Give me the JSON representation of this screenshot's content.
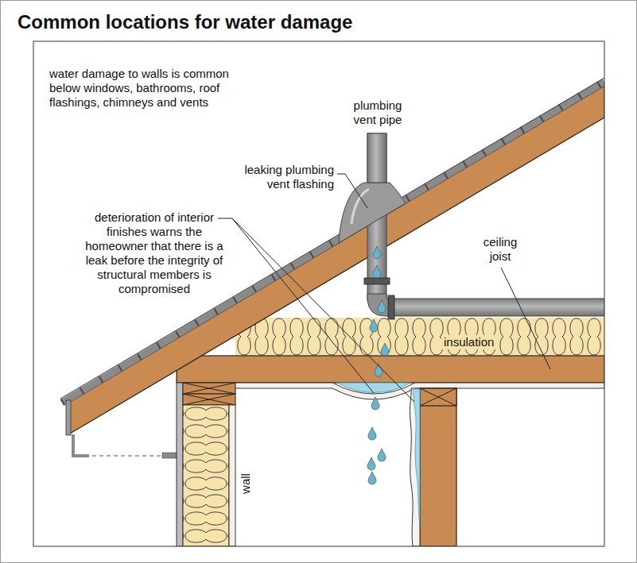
{
  "diagram": {
    "title": "Common locations for water damage",
    "labels": [
      "water damage to walls is common below windows, bathrooms, roof flashings, chimneys and vents",
      "plumbing vent pipe",
      "leaking plumbing vent flashing",
      "deterioration of interior finishes warns the homeowner that there is a leak before the integrity of structural members is compromised",
      "ceiling joist",
      "insulation",
      "wall"
    ]
  }
}
